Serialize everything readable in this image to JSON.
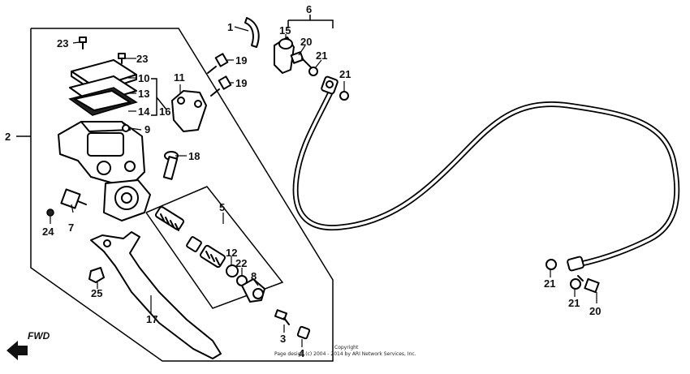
{
  "diagram": {
    "callouts": [
      "1",
      "2",
      "3",
      "4",
      "5",
      "6",
      "7",
      "8",
      "9",
      "10",
      "11",
      "12",
      "13",
      "14",
      "15",
      "16",
      "17",
      "18",
      "19",
      "19",
      "20",
      "20",
      "21",
      "21",
      "21",
      "21",
      "22",
      "23",
      "23",
      "24",
      "25"
    ],
    "direction_label": "FWD",
    "direction_icon": "arrow-fwd-icon",
    "copyright_line1": "Copyright",
    "copyright_line2": "Page design (c) 2004 - 2014 by ARI Network Services, Inc."
  }
}
